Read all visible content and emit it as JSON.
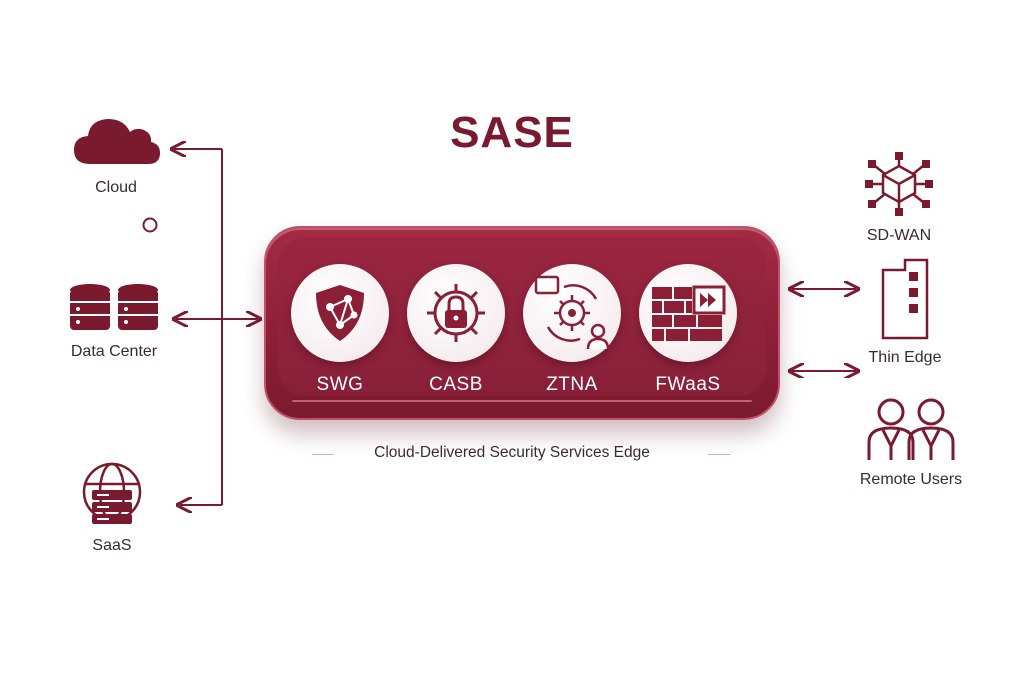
{
  "title": "SASE",
  "subtitle": "Cloud-Delivered Security Services Edge",
  "services": [
    {
      "label": "SWG",
      "icon": "shield-network-icon"
    },
    {
      "label": "CASB",
      "icon": "lock-gear-icon"
    },
    {
      "label": "ZTNA",
      "icon": "gear-cycle-user-icon"
    },
    {
      "label": "FWaaS",
      "icon": "firewall-icon"
    }
  ],
  "left_nodes": [
    {
      "label": "Cloud",
      "icon": "cloud-icon"
    },
    {
      "label": "Data Center",
      "icon": "database-icon"
    },
    {
      "label": "SaaS",
      "icon": "globe-server-icon"
    }
  ],
  "right_nodes": [
    {
      "label": "SD-WAN",
      "icon": "network-cube-icon"
    },
    {
      "label": "Thin Edge",
      "icon": "building-icon"
    },
    {
      "label": "Remote Users",
      "icon": "users-icon"
    }
  ],
  "colors": {
    "brand": "#7a1a2e",
    "panel_light": "#a42a45",
    "panel_dark": "#7a1a2e",
    "text_dark": "#3a2a2d"
  }
}
